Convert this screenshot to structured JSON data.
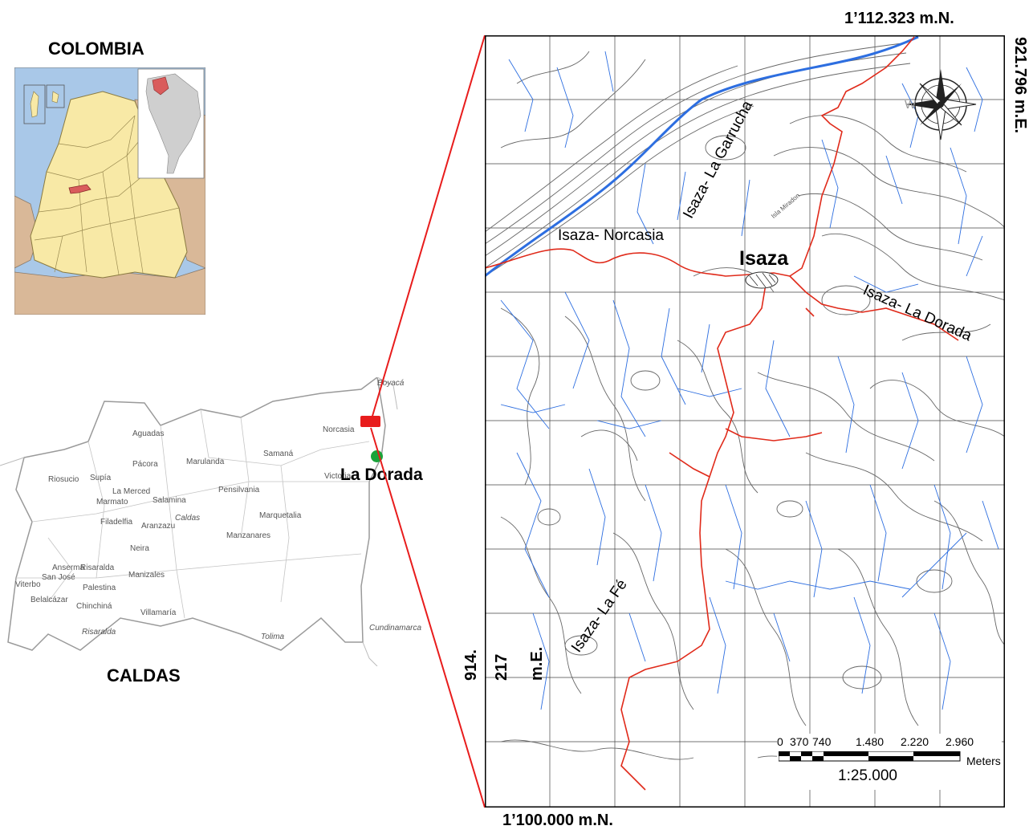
{
  "map_labels": {
    "country": "COLOMBIA",
    "department": "CALDAS",
    "city": "La Dorada",
    "locality": "Isaza",
    "creek": "Isla Miradon"
  },
  "coordinates": {
    "top": "1’112.323 m.N.",
    "bottom": "1’100.000 m.N.",
    "right": "921.796 m.E.",
    "left_1": "914.",
    "left_2": "217",
    "left_3": "m.E."
  },
  "roads": {
    "garrucha": "Isaza- La Garrucha",
    "norcasia": "Isaza- Norcasia",
    "dorada": "Isaza- La Dorada",
    "fe": "Isaza- La Fé"
  },
  "scale_bar": {
    "ticks": [
      "0",
      "370",
      "740",
      "1.480",
      "2.220",
      "2.960"
    ],
    "unit": "Meters",
    "ratio": "1:25.000"
  },
  "compass_letters": {
    "west": "W"
  },
  "caldas_municipalities": [
    "Aguadas",
    "Pácora",
    "Salamina",
    "Marulanda",
    "Pensilvania",
    "Samaná",
    "Norcasia",
    "Victoria",
    "Riosucio",
    "Supía",
    "La Merced",
    "Filadelfia",
    "Aranzazu",
    "Neira",
    "Manizales",
    "Villamaría",
    "Chinchiná",
    "Palestina",
    "Anserma",
    "Risaralda",
    "San José",
    "Belalcázar",
    "Viterbo",
    "Marmato",
    "Manzanares",
    "Marquetalia",
    "Palestina",
    "Caldas",
    "Tolima",
    "Cundinamarca",
    "Risaralda",
    "Boyacá"
  ],
  "colors": {
    "roads": "#e02a1a",
    "rivers": "#2d6ee0",
    "contours": "#666666",
    "grid": "#444444",
    "department_fill": "#f8e9a6",
    "selected_department": "#d95c5c",
    "sea": "#a9c8e8",
    "neighbors": "#d9b898",
    "marker_red": "#e81c1c",
    "marker_green": "#1aa33a"
  }
}
